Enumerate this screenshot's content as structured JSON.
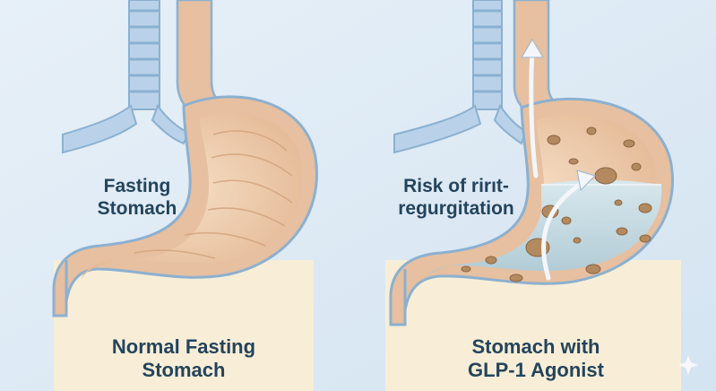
{
  "panels": [
    {
      "label_lines": [
        "Fasting",
        "Stomach"
      ],
      "caption_lines": [
        "Normal Fasting",
        "Stomach"
      ]
    },
    {
      "label_lines": [
        "Risk of rirıt-",
        "regurgitation"
      ],
      "caption_lines": [
        "Stomach with",
        "GLP-1 Agonist"
      ]
    }
  ],
  "colors": {
    "background": "#ddeaf4",
    "stomach_wall": "#e6c0a0",
    "stomach_interior": "#f2d6bb",
    "outline_blue": "#8cb0d0",
    "trachea": "#b9d2ea",
    "caption_band": "#f8eed7",
    "fluid": "#c5dce6",
    "food_particles": "#b38a60",
    "arrow": "#f3f6fb",
    "text": "#24445c"
  },
  "icons": [
    "sparkle-icon"
  ]
}
